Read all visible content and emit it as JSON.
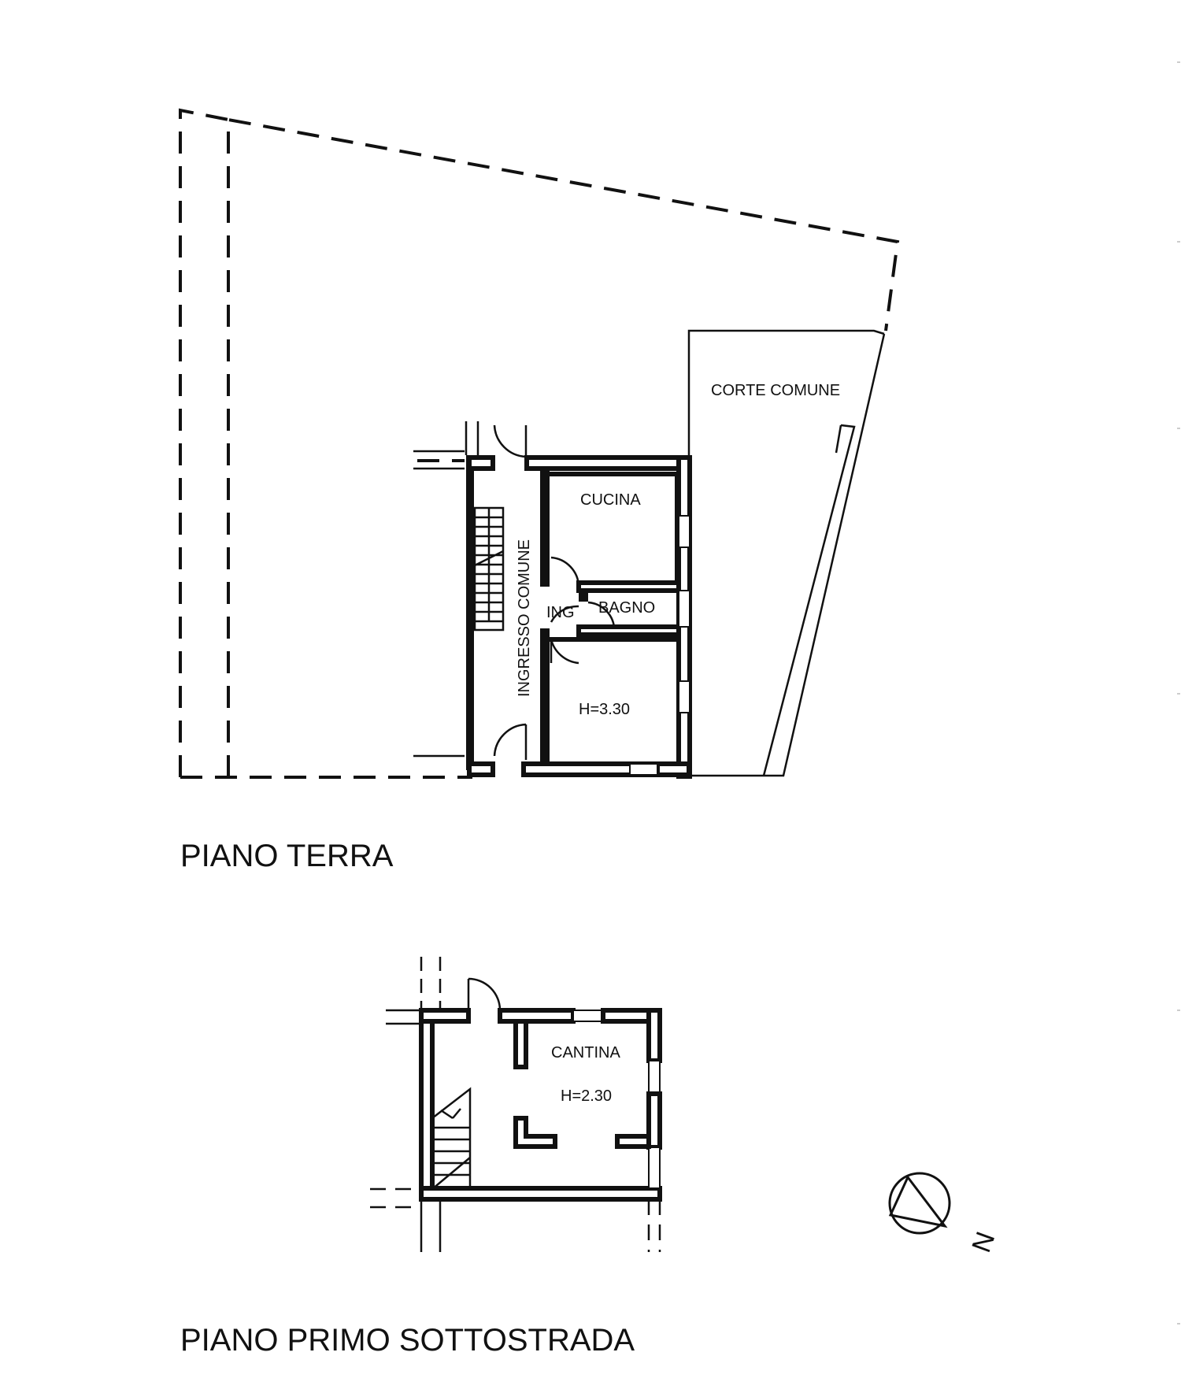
{
  "drawing": {
    "ground_floor": {
      "title": "PIANO TERRA",
      "rooms": {
        "courtyard": "CORTE COMUNE",
        "kitchen": "CUCINA",
        "entrance_common": "INGRESSO COMUNE",
        "entrance": "ING",
        "bathroom": "BAGNO",
        "room_height": "H=3.30"
      }
    },
    "basement_floor": {
      "title": "PIANO PRIMO SOTTOSTRADA",
      "rooms": {
        "cellar": "CANTINA",
        "room_height": "H=2.30"
      }
    },
    "compass": {
      "label": "N"
    }
  },
  "colors": {
    "line": "#111111",
    "background": "#ffffff"
  }
}
